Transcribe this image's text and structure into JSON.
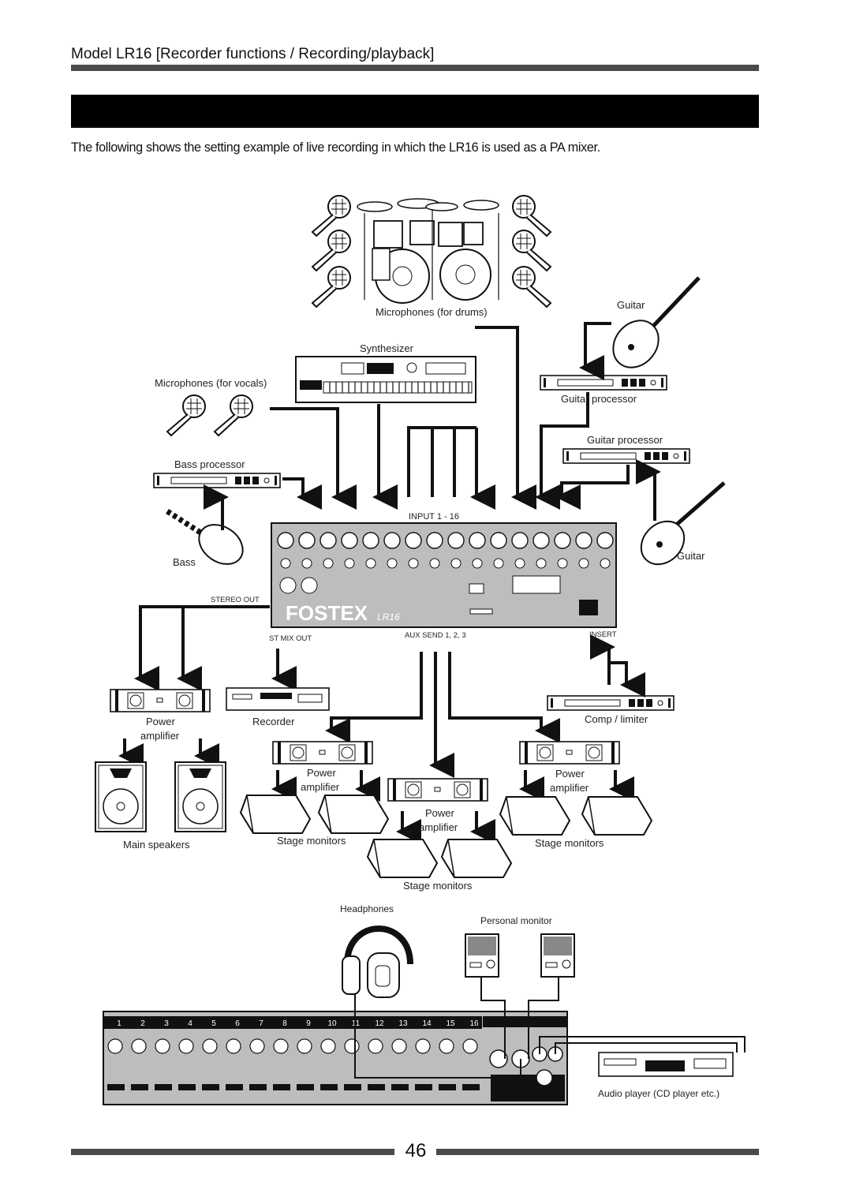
{
  "header": {
    "title": "Model LR16 [Recorder functions / Recording/playback]"
  },
  "section": {
    "title": ""
  },
  "intro": "The following shows the setting example of live recording in which the LR16 is used as a PA mixer.",
  "labels": {
    "mic_drums": "Microphones (for drums)",
    "synth": "Synthesizer",
    "mic_vocals": "Microphones (for vocals)",
    "guitar_top": "Guitar",
    "guitar_proc_1": "Guitar processor",
    "guitar_proc_2": "Guitar processor",
    "bass_proc": "Bass processor",
    "bass": "Bass",
    "input": "INPUT 1 - 16",
    "guitar_right": "Guitar",
    "stereo_out": "STEREO OUT",
    "st_mix_out": "ST MIX OUT",
    "aux_send": "AUX SEND 1, 2, 3",
    "insert": "INSERT",
    "power_amp_main_1": "Power",
    "power_amp_main_2": "amplifier",
    "recorder": "Recorder",
    "comp": "Comp / limiter",
    "power_amp_a_1": "Power",
    "power_amp_a_2": "amplifier",
    "power_amp_b_1": "Power",
    "power_amp_b_2": "amplifier",
    "power_amp_c_1": "Power",
    "power_amp_c_2": "amplifier",
    "main_speakers": "Main speakers",
    "stage_monitors_1": "Stage monitors",
    "stage_monitors_2": "Stage monitors",
    "stage_monitors_3": "Stage monitors",
    "headphones": "Headphones",
    "personal_monitor": "Personal monitor",
    "audio_player": "Audio player (CD player etc.)",
    "brand": "FOSTEX",
    "model": "LR16"
  },
  "mixer_channels": [
    "1",
    "2",
    "3",
    "4",
    "5",
    "6",
    "7",
    "8",
    "9",
    "10",
    "11",
    "12",
    "13",
    "14",
    "15",
    "16"
  ],
  "page_number": "46"
}
